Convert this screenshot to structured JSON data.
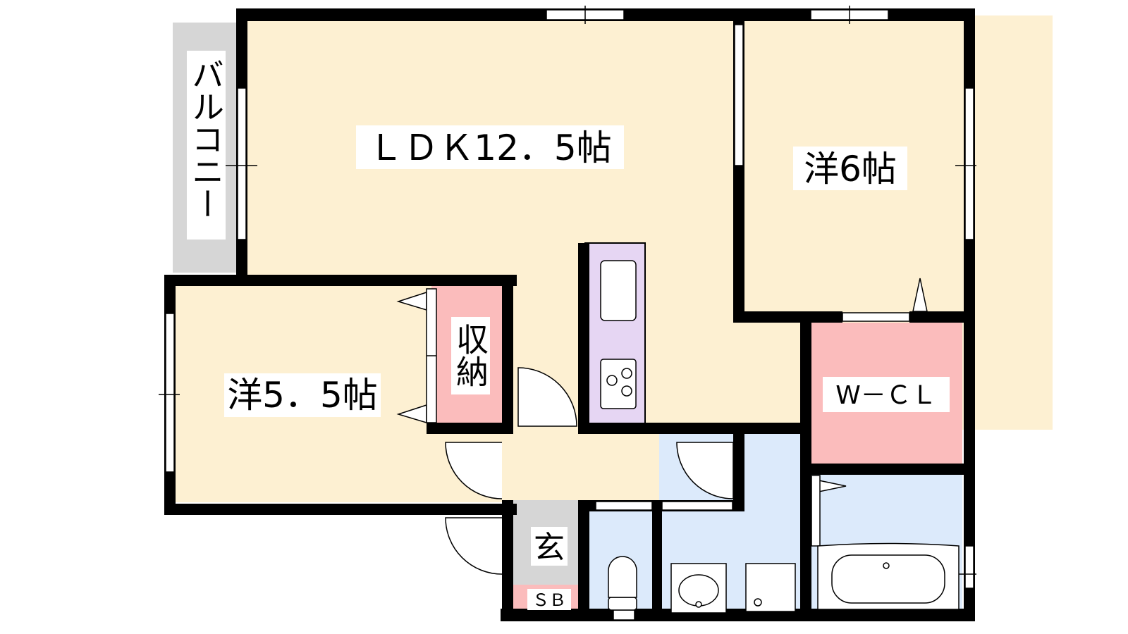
{
  "floorplan": {
    "rooms": {
      "balcony": "バルコニー",
      "ldk": "ＬＤＫ12．5帖",
      "western_6": "洋6帖",
      "western_5_5": "洋5．5帖",
      "storage": "収納",
      "walk_in_closet": "W－ＣＬ",
      "entrance": "玄",
      "shoe_box": "ＳＢ"
    },
    "colors": {
      "room_floor": "#fdf0d2",
      "balcony_floor": "#d6d6d6",
      "closet_pink": "#fbbcbc",
      "wet_area_blue": "#dceafb",
      "kitchen_purple": "#e6d6f3",
      "entrance_gray": "#d6d6d6",
      "wall": "#000000"
    }
  }
}
